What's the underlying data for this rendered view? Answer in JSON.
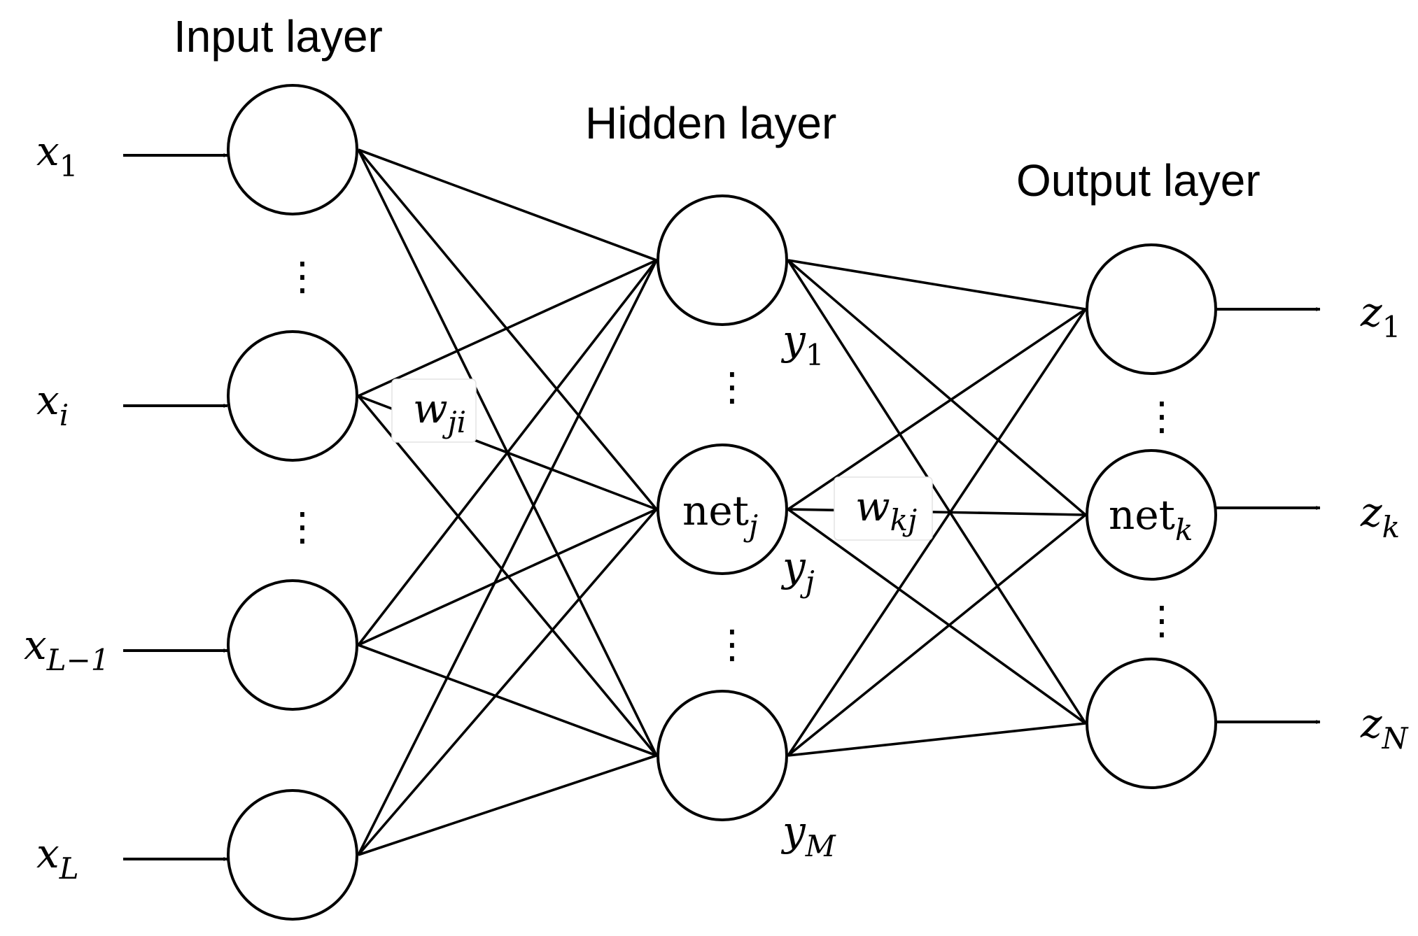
{
  "layers": {
    "input_title": "Input layer",
    "hidden_title": "Hidden layer",
    "output_title": "Output layer"
  },
  "inputs": [
    {
      "base": "x",
      "sub": "1"
    },
    {
      "base": "x",
      "sub": "i"
    },
    {
      "base": "x",
      "sub": "L−1"
    },
    {
      "base": "x",
      "sub": "L"
    }
  ],
  "hidden_outputs": [
    {
      "base": "y",
      "sub": "1"
    },
    {
      "base": "y",
      "sub": "j"
    },
    {
      "base": "y",
      "sub": "M"
    }
  ],
  "outputs": [
    {
      "base": "z",
      "sub": "1"
    },
    {
      "base": "z",
      "sub": "k"
    },
    {
      "base": "z",
      "sub": "N"
    }
  ],
  "node_labels": {
    "hidden_j": {
      "base": "net",
      "sub": "j"
    },
    "output_k": {
      "base": "net",
      "sub": "k"
    }
  },
  "weights": {
    "input_hidden": {
      "base": "w",
      "sub": "ji"
    },
    "hidden_output": {
      "base": "w",
      "sub": "kj"
    }
  },
  "ellipsis": "⋮"
}
